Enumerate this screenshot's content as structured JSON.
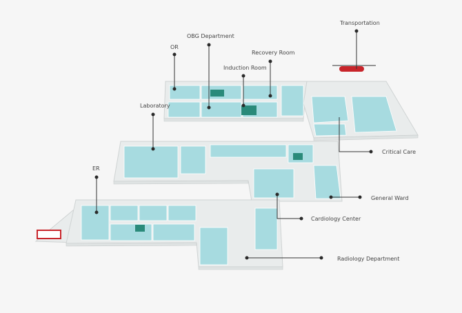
{
  "labels": {
    "transportation": "Transportation",
    "obg": "OBG Department",
    "or": "OR",
    "recovery": "Recovery Room",
    "induction": "Induction Room",
    "laboratory": "Laboratory",
    "er": "ER",
    "critical_care": "Critical Care",
    "general_ward": "General Ward",
    "cardiology": "Cardiology Center",
    "radiology": "Radiology Department"
  },
  "colors": {
    "room": "#a7dbe0",
    "floor": "#e9ecec",
    "accent_green": "#2a8a7a",
    "helicopter": "#c8242a"
  }
}
